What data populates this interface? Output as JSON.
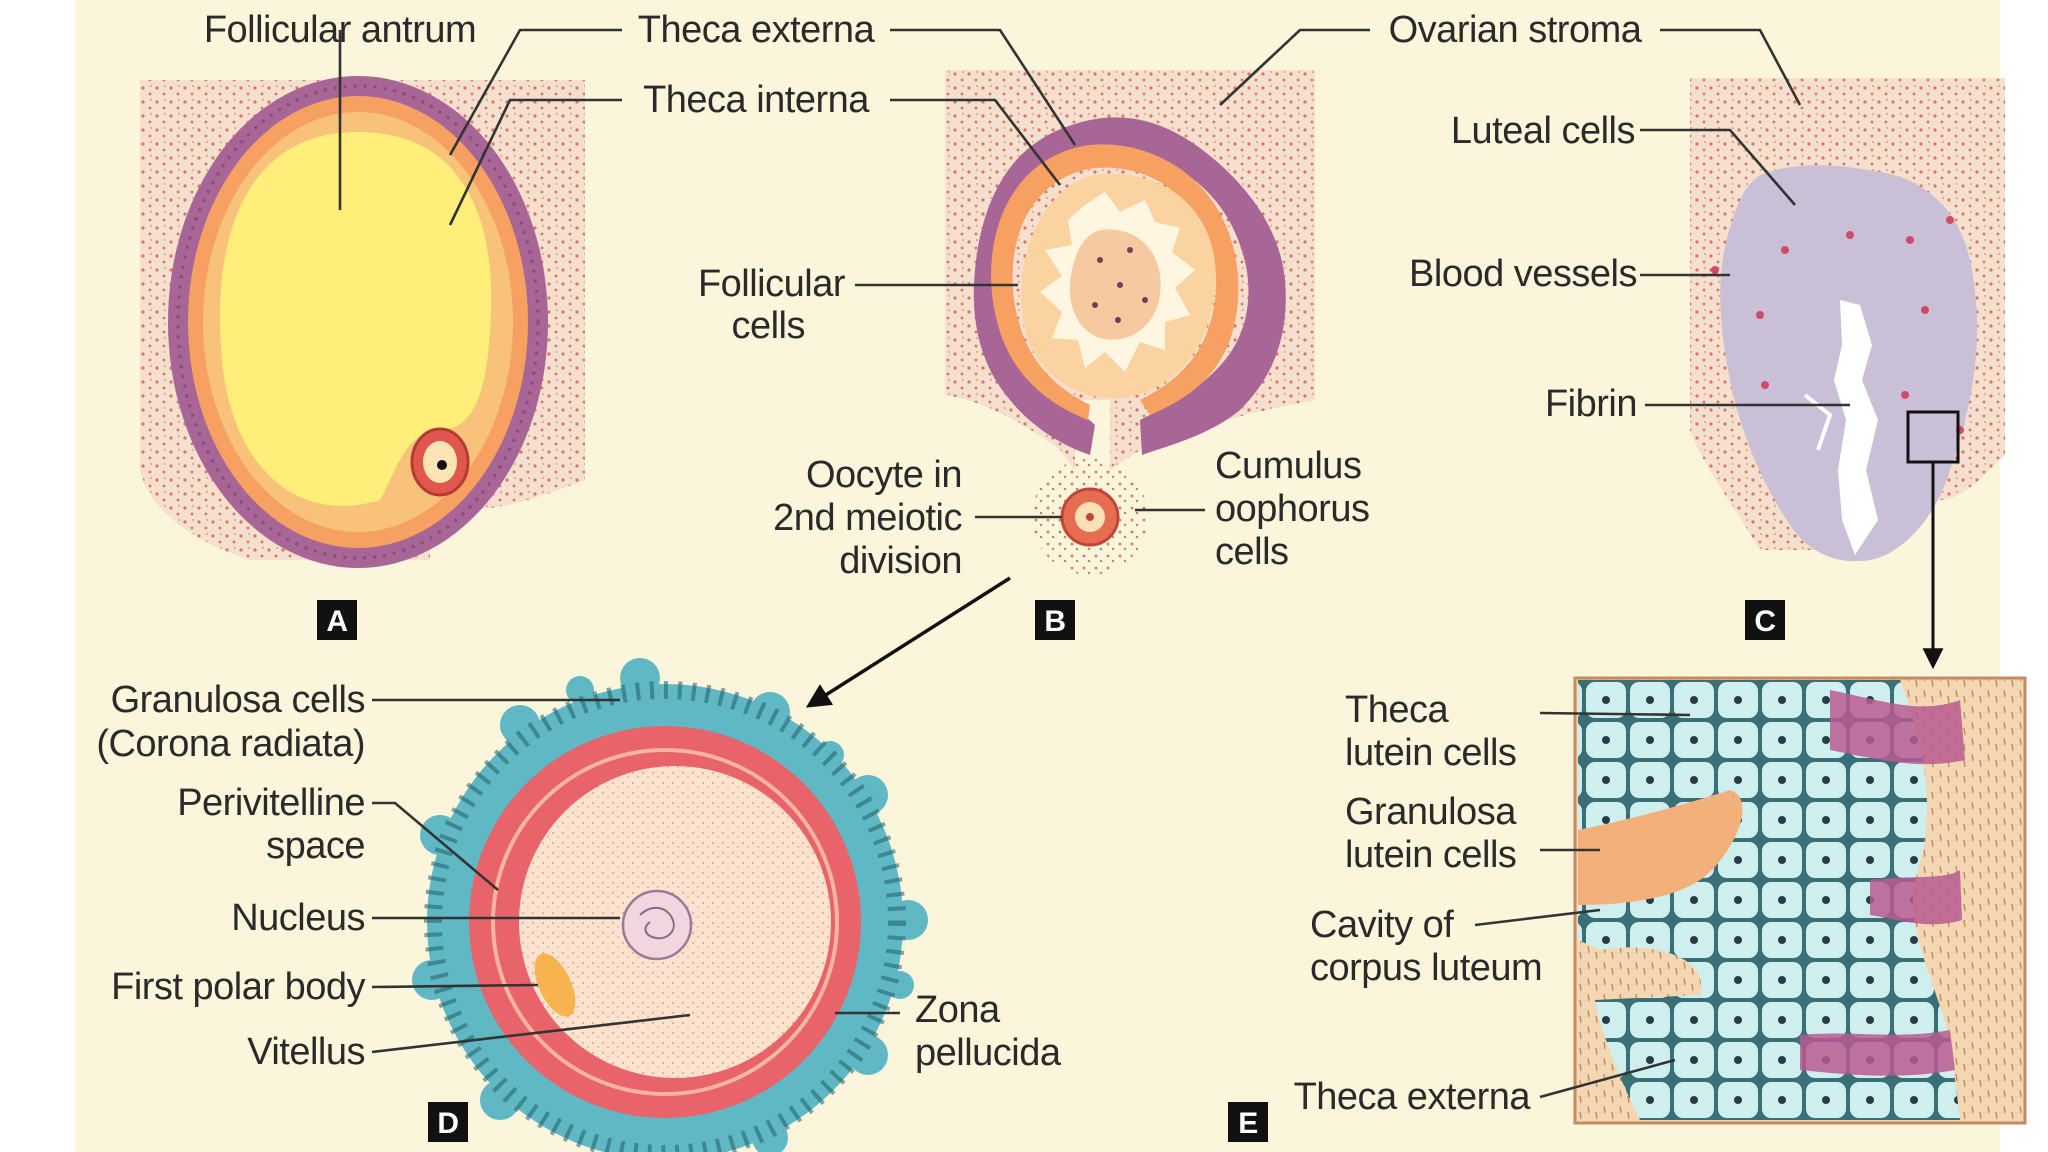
{
  "colors": {
    "background": "#fbf5dc",
    "stroma": "#f2d8c4",
    "stroma_dots": "#d9765f",
    "theca": "#a86696",
    "granulosa": "#f2a06b",
    "antrum": "#ffef7a",
    "corpus_luteum": "#c9bfd6",
    "zona": "#e8646a",
    "corona": "#5fb8c4"
  },
  "panels": {
    "a": {
      "letter": "A"
    },
    "b": {
      "letter": "B"
    },
    "c": {
      "letter": "C"
    },
    "d": {
      "letter": "D"
    },
    "e": {
      "letter": "E"
    }
  },
  "labels": {
    "follicular_antrum": "Follicular antrum",
    "theca_externa": "Theca externa",
    "theca_interna": "Theca interna",
    "ovarian_stroma": "Ovarian stroma",
    "luteal_cells": "Luteal cells",
    "follicular_cells": [
      "Follicular",
      "cells"
    ],
    "blood_vessels": "Blood vessels",
    "fibrin": "Fibrin",
    "oocyte": [
      "Oocyte in",
      "2nd meiotic",
      "division"
    ],
    "cumulus": [
      "Cumulus",
      "oophorus",
      "cells"
    ],
    "granulosa_cells": [
      "Granulosa cells",
      "(Corona radiata)"
    ],
    "perivitelline": [
      "Perivitelline",
      "space"
    ],
    "nucleus": "Nucleus",
    "first_polar_body": "First polar body",
    "vitellus": "Vitellus",
    "zona_pellucida": [
      "Zona",
      "pellucida"
    ],
    "theca_lutein": [
      "Theca",
      "lutein cells"
    ],
    "granulosa_lutein": [
      "Granulosa",
      "lutein cells"
    ],
    "cavity": [
      "Cavity of",
      "corpus luteum"
    ],
    "theca_externa_e": "Theca externa"
  }
}
